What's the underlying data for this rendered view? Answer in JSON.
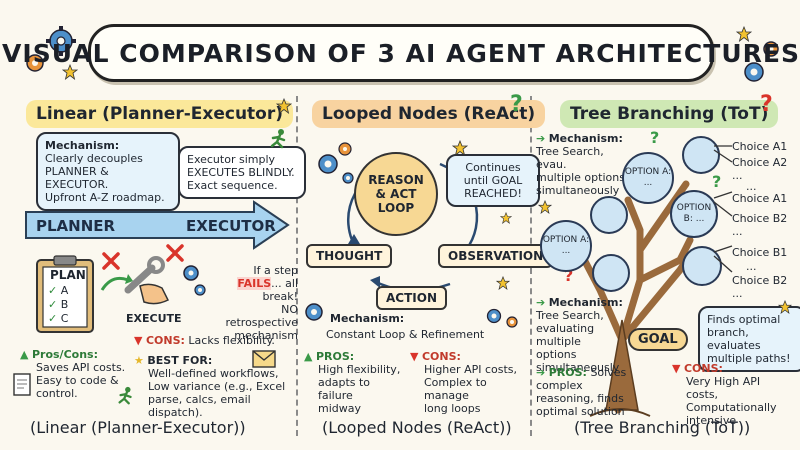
{
  "title": "VISUAL COMPARISON OF 3 AI AGENT ARCHITECTURES",
  "linear": {
    "heading": "Linear (Planner-Executor)",
    "mechanism_label": "Mechanism:",
    "mechanism_lines": [
      "Clearly decouples",
      "PLANNER & EXECUTOR.",
      "Upfront A-Z roadmap."
    ],
    "executor_lines": [
      "Executor simply",
      "EXECUTES BLINDLY.",
      "Exact sequence."
    ],
    "arrow_left": "PLANNER",
    "arrow_right": "EXECUTOR",
    "plan_title": "PLAN",
    "plan_items": [
      "A",
      "B",
      "C"
    ],
    "execute_label": "EXECUTE",
    "fail_line1": "If a step",
    "fail_word": "FAILS",
    "fail_rest": "... all break!",
    "fail_line3": "NO retrospective",
    "fail_line4": "mechanism",
    "cons_label": "CONS:",
    "cons_text": "Lacks flexibility.",
    "pros_label": "Pros/Cons:",
    "pros_lines": [
      "Saves API costs.",
      "Easy to code &",
      "control."
    ],
    "best_label": "BEST FOR:",
    "best_lines": [
      "Well-defined workflows,",
      "Low variance (e.g., Excel",
      "parse, calcs, email dispatch)."
    ],
    "footer": "(Linear (Planner-Executor))"
  },
  "looped": {
    "heading": "Looped Nodes (ReAct)",
    "center_lines": [
      "REASON",
      "& ACT",
      "LOOP"
    ],
    "goal_lines": [
      "Continues",
      "until GOAL",
      "REACHED!"
    ],
    "thought": "THOUGHT",
    "observation": "OBSERVATION",
    "action": "ACTION",
    "mechanism_label": "Mechanism:",
    "mechanism_text": "Constant Loop & Refinement",
    "pros_label": "PROS:",
    "pros_lines": [
      "High flexibility,",
      "adapts to failure",
      "midway"
    ],
    "cons_label": "CONS:",
    "cons_lines": [
      "Higher API costs,",
      "Complex to manage",
      "long loops"
    ],
    "footer": "(Looped Nodes (ReAct))"
  },
  "tree": {
    "heading": "Tree Branching (ToT)",
    "mechanism_label": "Mechanism:",
    "mechanism_lines": [
      "Tree Search, evau.",
      "multiple options",
      "simultaneously"
    ],
    "option_a_top": "OPTION A: ...",
    "option_b": "OPTION B: ...",
    "option_a_left": "OPTION A: ...",
    "choices": [
      "Choice A1",
      "Choice A2 ...",
      "...",
      "Choice A1",
      "Choice B2 ...",
      "Choice B1",
      "...",
      "Choice B2 ..."
    ],
    "mech2_label": "Mechanism:",
    "mech2_lines": [
      "Tree Search,",
      "evaluating multiple",
      "options",
      "simultaneously"
    ],
    "goal": "GOAL",
    "pros_label": "PROS:",
    "pros_lines": [
      "Solves complex",
      "reasoning, finds",
      "optimal solution"
    ],
    "finds_lines": [
      "Finds optimal",
      "branch, evaluates",
      "multiple paths!"
    ],
    "cons_label": "CONS:",
    "cons_lines": [
      "Very High API costs,",
      "Computationally",
      "intensive"
    ],
    "footer": "(Tree Branching (ToT))"
  },
  "colors": {
    "linear_heading_bg": "#fbe89a",
    "looped_heading_bg": "#f8d3a0",
    "tree_heading_bg": "#cfe8b4",
    "arrow_blue": "#a8d3ef",
    "fail_red": "#d9342b",
    "tree_trunk": "#9a6a3c"
  }
}
